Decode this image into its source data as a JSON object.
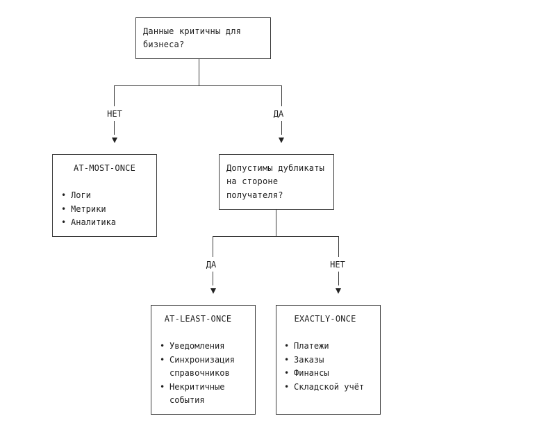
{
  "root": {
    "line1": "Данные критичны для",
    "line2": "бизнеса?"
  },
  "edge_no_1": "НЕТ",
  "edge_yes_1": "ДА",
  "at_most_once": {
    "title": "AT-MOST-ONCE",
    "items": [
      "Логи",
      "Метрики",
      "Аналитика"
    ]
  },
  "question2": {
    "line1": "Допустимы дубликаты",
    "line2": "на стороне",
    "line3": "получателя?"
  },
  "edge_yes_2": "ДА",
  "edge_no_2": "НЕТ",
  "at_least_once": {
    "title": "AT-LEAST-ONCE",
    "items": [
      "Уведомления",
      "Синхронизация",
      "справочников",
      "Некритичные",
      "события"
    ]
  },
  "exactly_once": {
    "title": "EXACTLY-ONCE",
    "items": [
      "Платежи",
      "Заказы",
      "Финансы",
      "Складской учёт"
    ]
  },
  "bullet": "•"
}
